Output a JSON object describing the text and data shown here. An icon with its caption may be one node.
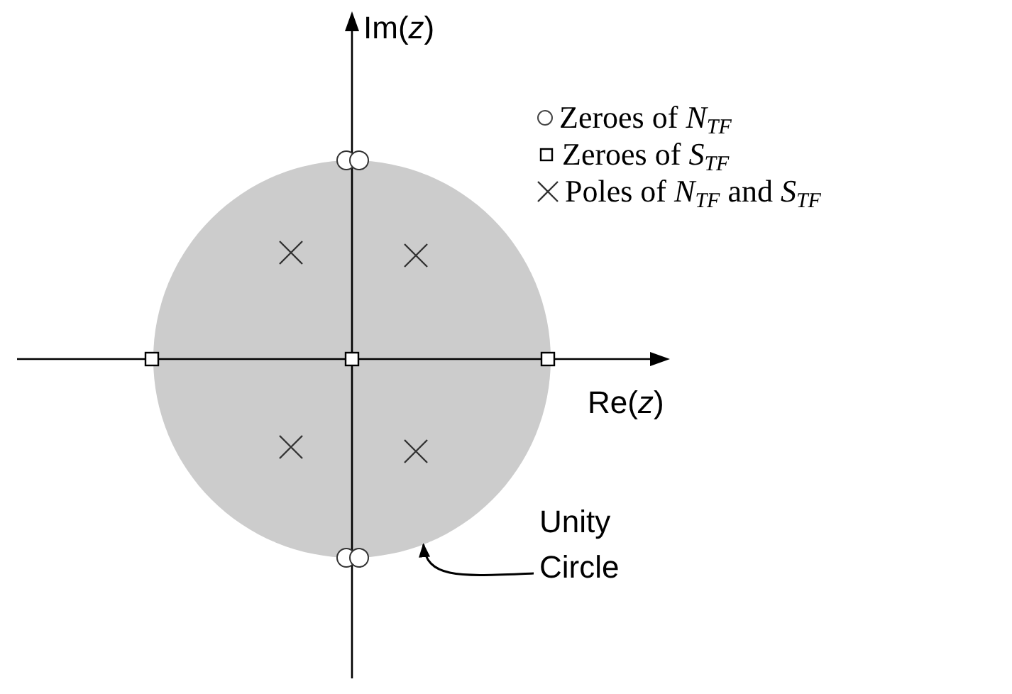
{
  "diagram": {
    "nodes": [
      {
        "text": [],
        "shape": "circle"
      },
      {
        "text": [
          "Unity Circle"
        ]
      }
    ],
    "edges": [
      {
        "from": 1,
        "to": 0,
        "arrow": "to"
      }
    ],
    "labels": [
      "Im(*z*)",
      "Re(*z*)"
    ],
    "legend": [
      {
        "text": "Zeroes of *N*$_{TF}$"
      },
      {
        "text": "Zeroes of *S*$_{TF}$"
      },
      {
        "text": "Poles of *N*$_{TF}$ and *S*$_{TF}$"
      }
    ]
  }
}
